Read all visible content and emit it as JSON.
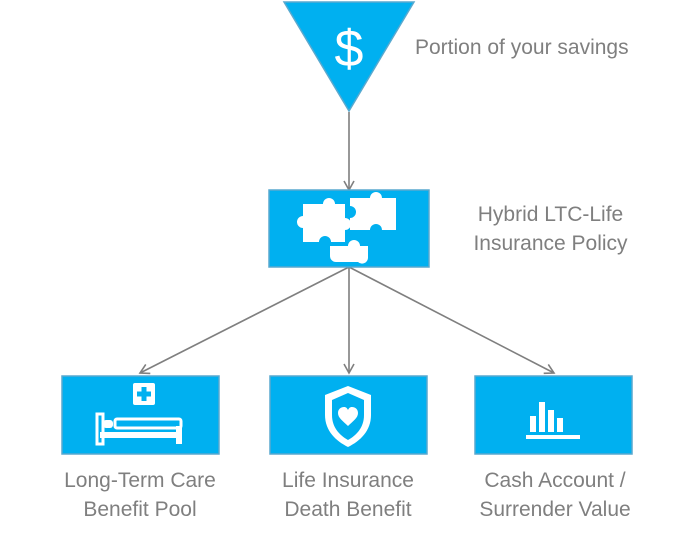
{
  "colors": {
    "accent": "#00b0f0",
    "border": "#59a9cf",
    "arrow": "#7f7f7f",
    "label": "#7f7f7f",
    "icon": "#ffffff"
  },
  "source": {
    "icon": "dollar-sign-icon",
    "symbol": "$",
    "label": "Portion of your savings"
  },
  "policy": {
    "icon": "puzzle-pieces-icon",
    "label_lines": [
      "Hybrid LTC-Life",
      "Insurance Policy"
    ]
  },
  "outcomes": [
    {
      "icon": "hospital-bed-icon",
      "label_lines": [
        "Long-Term Care",
        "Benefit Pool"
      ]
    },
    {
      "icon": "shield-heart-icon",
      "label_lines": [
        "Life Insurance",
        "Death Benefit"
      ]
    },
    {
      "icon": "bar-chart-icon",
      "label_lines": [
        "Cash Account /",
        "Surrender Value"
      ]
    }
  ]
}
